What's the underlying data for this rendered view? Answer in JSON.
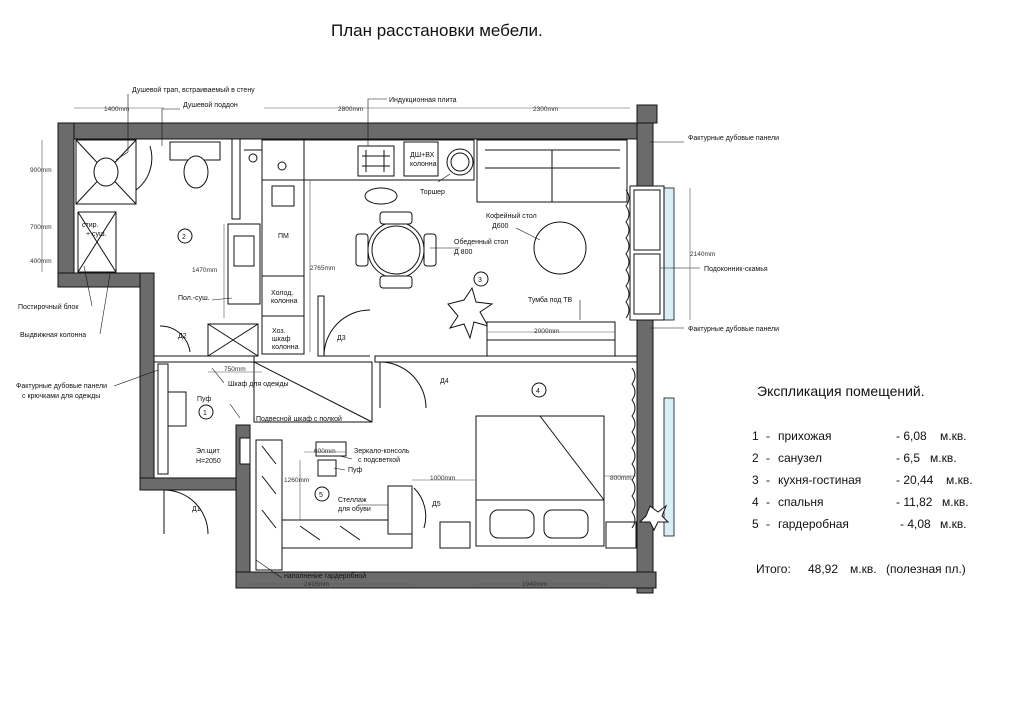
{
  "title": "План расстановки мебели.",
  "legend": {
    "heading": "Экспликация помещений.",
    "rooms": [
      {
        "num": "1",
        "dash": "-",
        "name": "прихожая",
        "area": "- 6,08",
        "unit": "м.кв."
      },
      {
        "num": "2",
        "dash": "-",
        "name": "санузел",
        "area": "- 6,5",
        "unit": "м.кв."
      },
      {
        "num": "3",
        "dash": "-",
        "name": "кухня-гостиная",
        "area": "- 20,44",
        "unit": "м.кв."
      },
      {
        "num": "4",
        "dash": "-",
        "name": "спальня",
        "area": "- 11,82",
        "unit": "м.кв."
      },
      {
        "num": "5",
        "dash": "-",
        "name": "гардеробная",
        "area": "- 4,08",
        "unit": "м.кв."
      }
    ],
    "total_label": "Итого:",
    "total_value": "48,92",
    "total_unit": "м.кв.",
    "total_note": "(полезная пл.)"
  },
  "labels": {
    "shower_drain": "Душевой трап, встраиваемый в стену",
    "shower_tray": "Душевой поддон",
    "induction": "Индукционная плита",
    "oak_panels": "Фактурные дубовые панели",
    "oak_panels_bottom": "Фактурные дубовые панели",
    "window_bench": "Подоконник-скамья",
    "coffee_table": "Кофейный стол",
    "coffee_table_size": "Д600",
    "dining_table": "Обеденный стол",
    "dining_table_size": "Д 800",
    "floor_lamp": "Торшер",
    "tv_stand": "Тумба под ТВ",
    "oven_line1": "ДШ+ВХ",
    "oven_line2": "колонна",
    "washer_line1": "стир.",
    "washer_line2": "+ суш.",
    "pm": "ПМ",
    "fridge_line1": "Холод.",
    "fridge_line2": "колонна",
    "utility_line1": "Хоз.",
    "utility_line2": "шкаф",
    "utility_line3": "колонна",
    "dryer": "Пол.-суш.",
    "laundry_block": "Постирочный блок",
    "sliding_column": "Выдвижная колонна",
    "hall_panels_line1": "Фактурные дубовые панели",
    "hall_panels_line2": "с крючками для одежды",
    "pouf": "Пуф",
    "pouf2": "Пуф",
    "wardrobe": "Шкаф для одежды",
    "hanging_cabinet": "Подвесной шкаф с полкой",
    "panel_line1": "Эл.щит",
    "panel_line2": "Н=2050",
    "mirror_line1": "Зеркало-консоль",
    "mirror_line2": "с подсветкой",
    "shoe_rack_line1": "Стеллаж",
    "shoe_rack_line2": "для обуви",
    "wardrobe_fill": "наполнение гардеробной",
    "d1": "Д1",
    "d2": "Д2",
    "d3": "Д3",
    "d4": "Д4",
    "d5": "Д5"
  },
  "dimensions": {
    "d1400": "1400mm",
    "d2800": "2800mm",
    "d2300": "2300mm",
    "d900": "900mm",
    "d700": "700mm",
    "d400": "400mm",
    "d1470": "1470mm",
    "d2765": "2765mm",
    "d2140": "2140mm",
    "d2000": "2000mm",
    "d750": "750mm",
    "d600": "600mm",
    "d1260": "1260mm",
    "d1000": "1000mm",
    "d800": "800mm",
    "d2415": "2415mm",
    "d1940": "1940mm"
  },
  "room_numbers": {
    "r1": "1",
    "r2": "2",
    "r3": "3",
    "r4": "4",
    "r5": "5"
  }
}
